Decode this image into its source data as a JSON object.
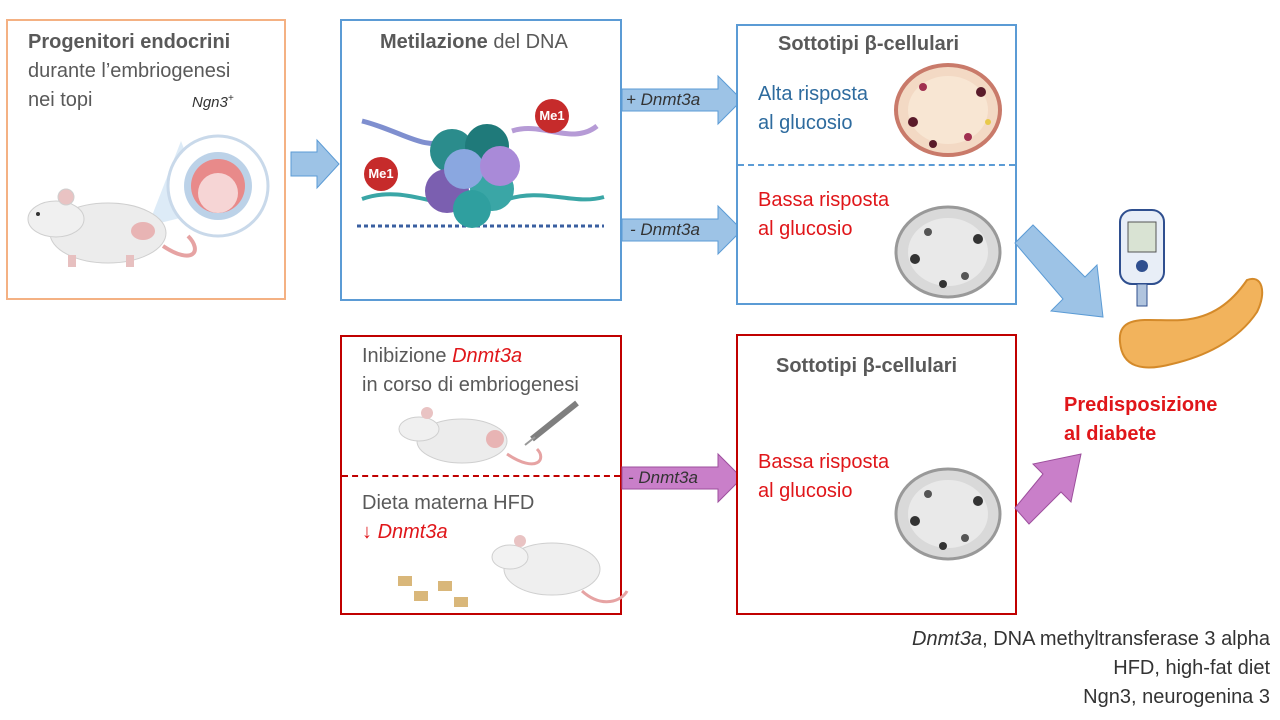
{
  "progenitor": {
    "title": "Progenitori endocrini",
    "line2": "durante l’embriogenesi",
    "line3": "nei topi",
    "marker": "Ngn3",
    "marker_sup": "+"
  },
  "methylation": {
    "title_bold": "Metilazione",
    "title_rest": " del DNA",
    "tag1": "Me1",
    "tag2": "Me1"
  },
  "arrows": {
    "plus_dnmt3a": "+ Dnmt3a",
    "minus_dnmt3a_top": "- Dnmt3a",
    "minus_dnmt3a_bottom": "- Dnmt3a"
  },
  "subtypes_top": {
    "title": "Sottotipi β-cellulari",
    "high_l1": "Alta risposta",
    "high_l2": "al glucosio",
    "low_l1": "Bassa risposta",
    "low_l2": "al glucosio"
  },
  "inhibition": {
    "line1_prefix": "Inibizione ",
    "line1_gene": "Dnmt3a",
    "line2": "in corso di embriogenesi",
    "diet": "Dieta materna HFD",
    "diet_arrow": "↓",
    "diet_gene": "Dnmt3a"
  },
  "subtypes_bottom": {
    "title": "Sottotipi β-cellulari",
    "low_l1": "Bassa risposta",
    "low_l2": "al glucosio"
  },
  "outcome": {
    "line1": "Predisposizione",
    "line2": "al diabete"
  },
  "legend": {
    "l1_gene": "Dnmt3a",
    "l1_rest": ", DNA methyltransferase 3 alpha",
    "l2": "HFD, high-fat diet",
    "l3": "Ngn3, neurogenina 3"
  },
  "colors": {
    "orange_border": "#f4b183",
    "blue_border": "#5b9bd5",
    "red_border": "#c00000",
    "blue_arrow": "#9dc3e6",
    "purple_arrow": "#c97fc9",
    "red_text": "#e0161a"
  }
}
